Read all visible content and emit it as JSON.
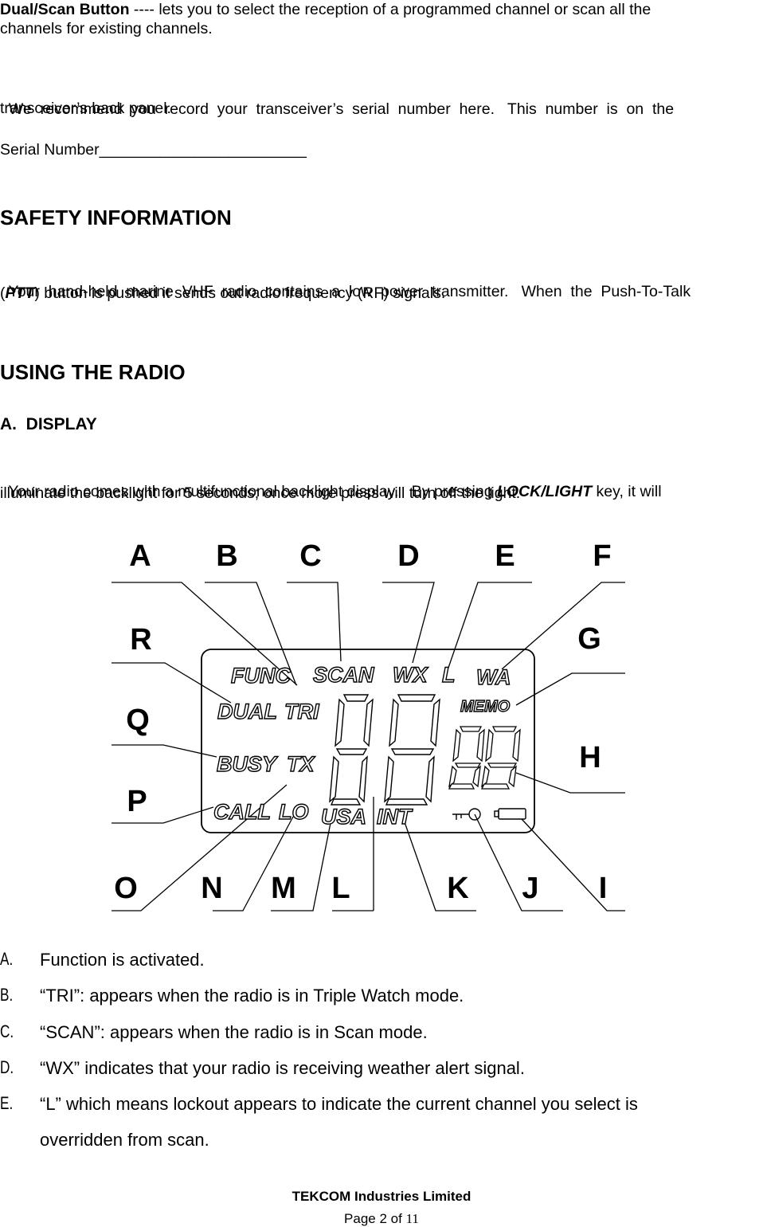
{
  "intro": {
    "dual_scan_term": "Dual/Scan Button",
    "dual_scan_rest_line1": " ---- lets you to select the reception of a programmed channel or scan all the",
    "dual_scan_line2": "channels for existing channels.",
    "serial_recommend_line1": "We  recommend  you  record  your  transceiver’s  serial  number  here.   This  number  is  on  the",
    "serial_recommend_line2": "transceiver’s back panel.",
    "serial_number_label": "Serial Number________________________"
  },
  "safety": {
    "heading": "SAFETY INFORMATION",
    "line1": "Your  hand-held  marine  VHF  radio  contains  a  low  power  transmitter.   When  the  Push-To-Talk",
    "line2_open": "(",
    "line2_ptt": "PTT",
    "line2_rest": ") button is pushed it sends out radio frequency (RF) signals."
  },
  "using": {
    "heading": "USING THE RADIO",
    "subheading": "A.  DISPLAY",
    "para_line1_before": "Your radio comes with a multifunctional backlight display.   By pressing ",
    "para_line1_key": "LOCK/LIGHT",
    "para_line1_after": " key, it will",
    "para_line2": "illuminate the backlight for 5 seconds; once more press will turn off the light."
  },
  "diagram": {
    "callout_letters": [
      "A",
      "B",
      "C",
      "D",
      "E",
      "F",
      "G",
      "H",
      "I",
      "J",
      "K",
      "L",
      "M",
      "N",
      "O",
      "P",
      "Q",
      "R"
    ],
    "lcd_labels": {
      "func": "FUNC",
      "scan": "SCAN",
      "wx": "WX",
      "l": "L",
      "wa": "WA",
      "dual": "DUAL",
      "tri": "TRI",
      "memo": "MEMO",
      "busy": "BUSY",
      "tx": "TX",
      "call": "CALL",
      "lo": "LO",
      "usa": "USA",
      "int": "INT"
    },
    "icons": [
      "key-icon",
      "battery-icon"
    ]
  },
  "legend": [
    {
      "letter": "A.",
      "text": "Function is activated."
    },
    {
      "letter": "B.",
      "text": "“TRI”: appears when the radio is in Triple Watch mode."
    },
    {
      "letter": "C.",
      "text": "“SCAN”: appears when the radio is in Scan mode."
    },
    {
      "letter": "D.",
      "text": "“WX” indicates that your radio is receiving weather alert signal."
    },
    {
      "letter": "E.",
      "text": "“L” which means lockout appears to indicate the current channel you select is"
    },
    {
      "letter": "",
      "text": "overridden from scan."
    }
  ],
  "footer": {
    "company": "TEKCOM Industries Limited",
    "page_prefix": "Page 2 of ",
    "page_total": "11"
  }
}
